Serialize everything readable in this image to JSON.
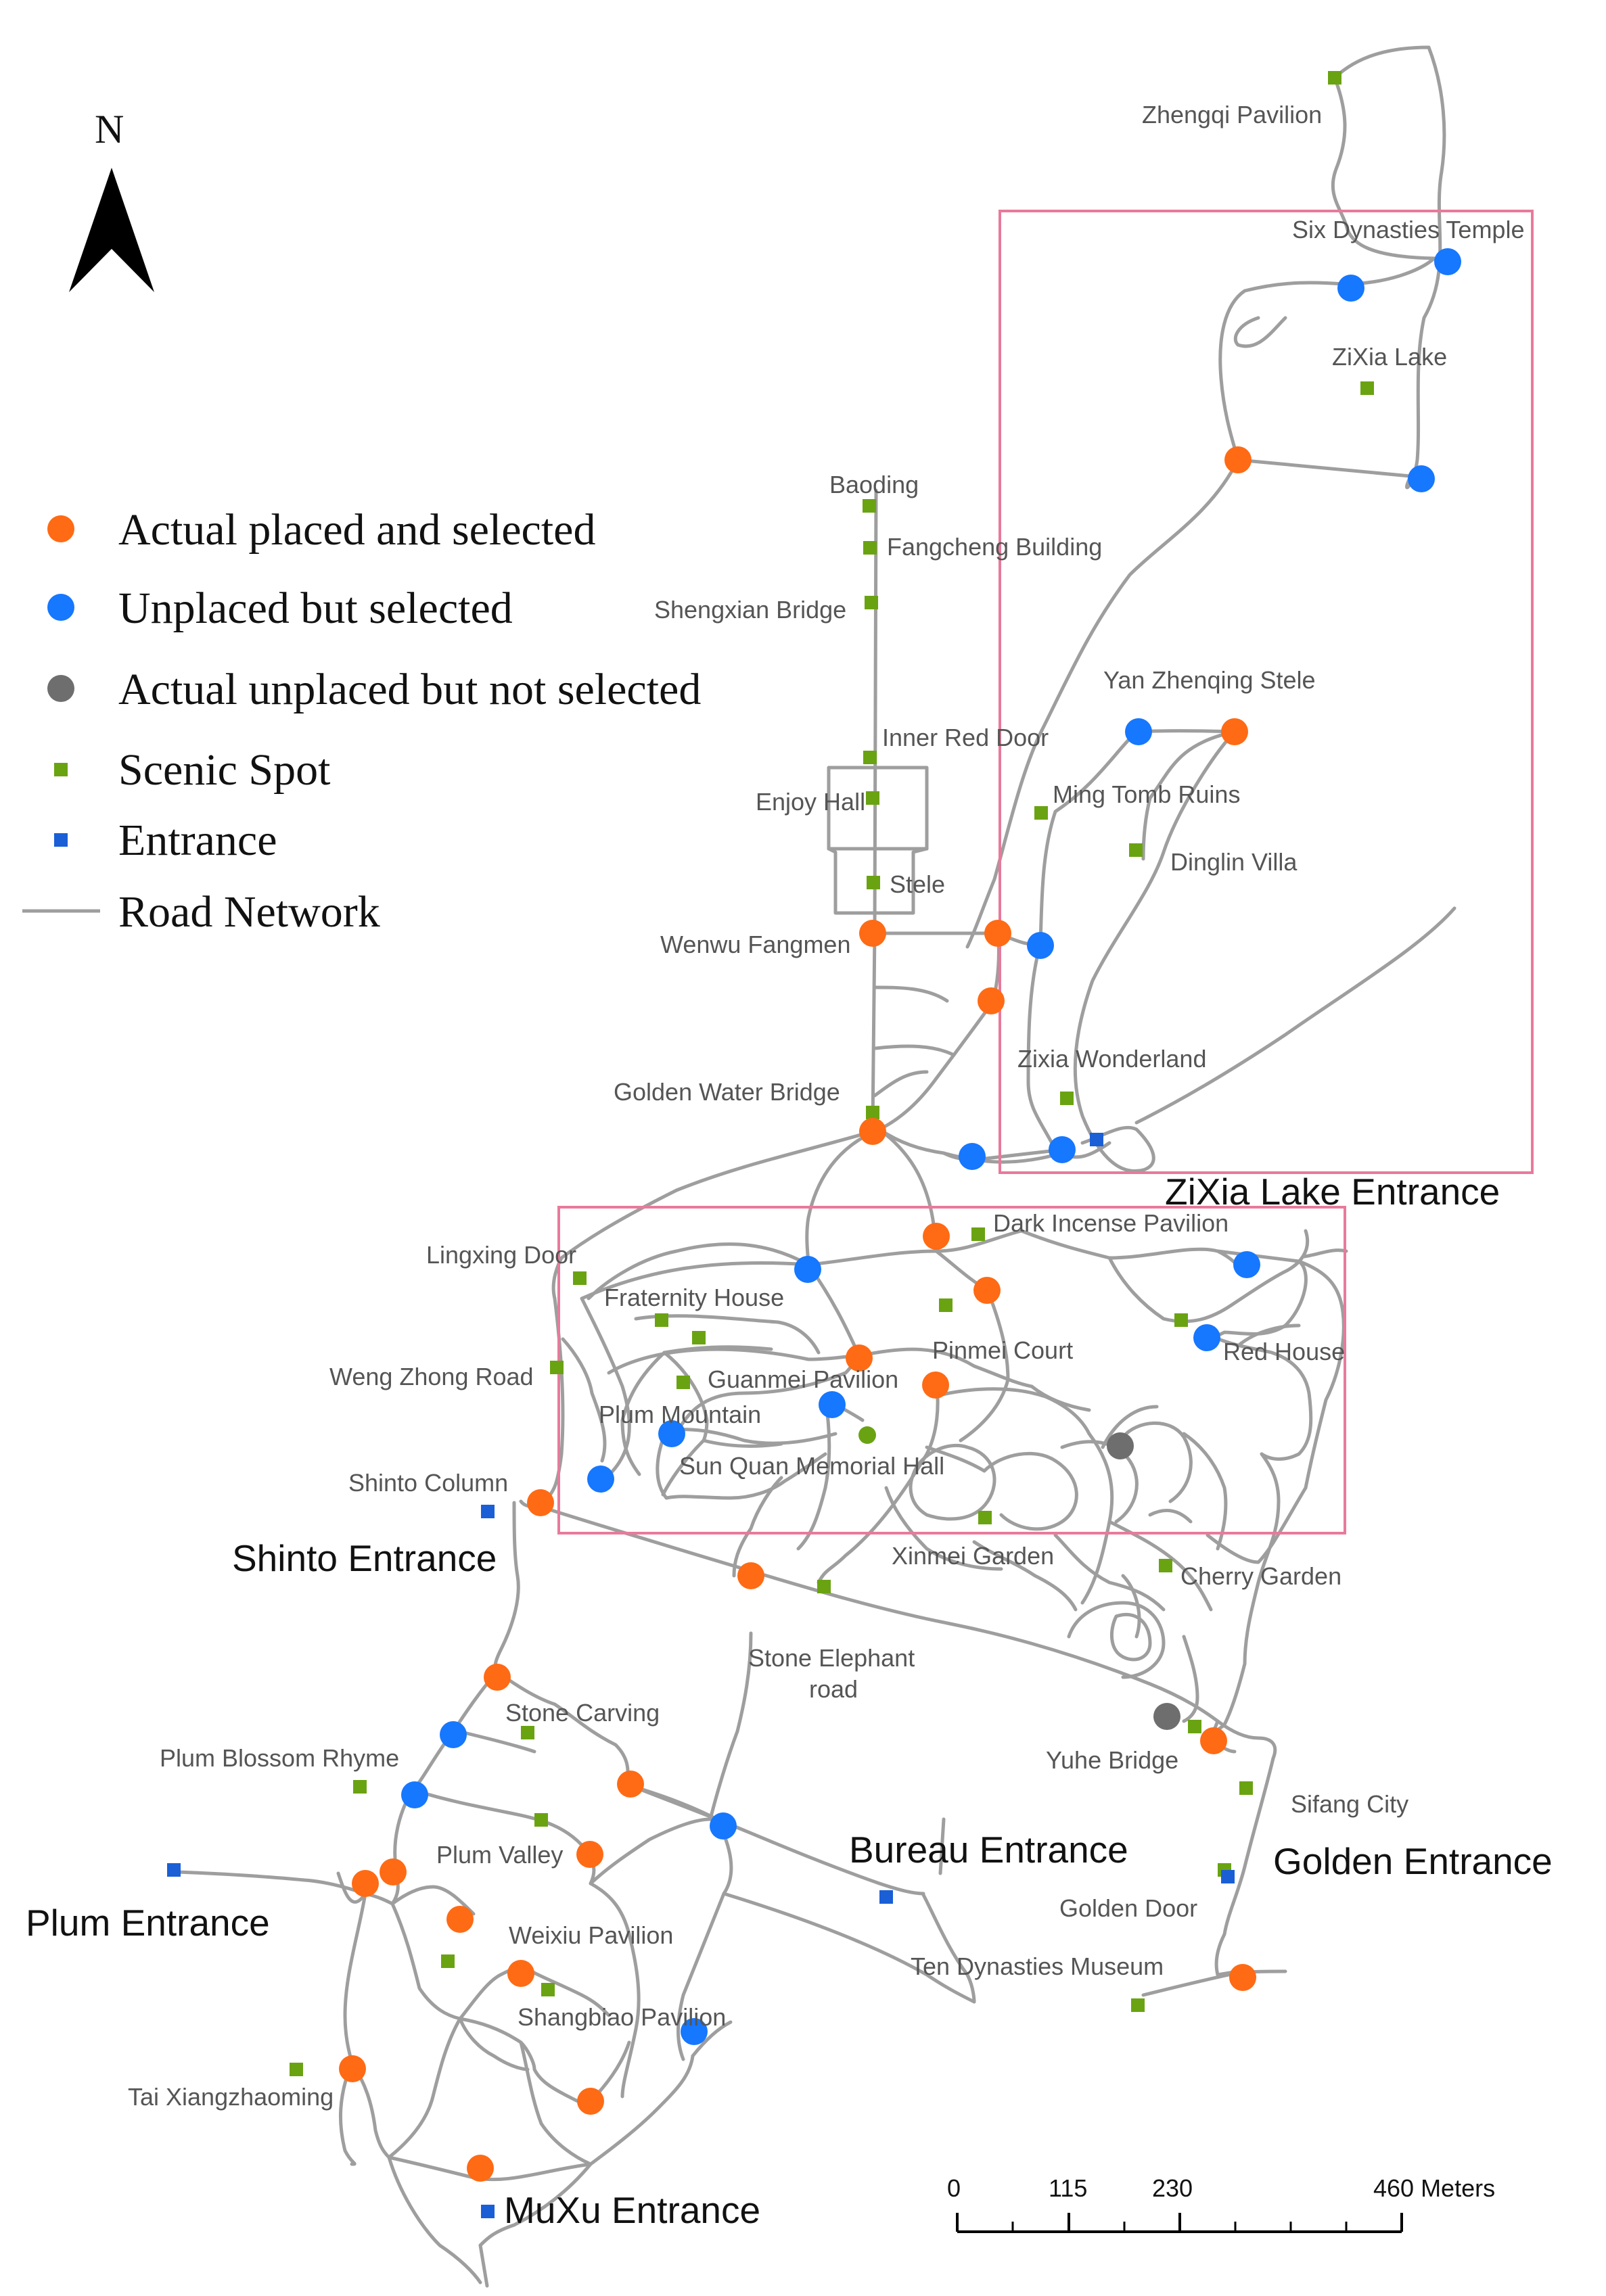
{
  "north_label": "N",
  "legend": [
    {
      "key": "placed",
      "label": "Actual placed and selected",
      "color": "#ff6a14"
    },
    {
      "key": "unplaced",
      "label": "Unplaced but selected",
      "color": "#1677ff"
    },
    {
      "key": "notsel",
      "label": "Actual unplaced but not selected",
      "color": "#6e6e6e"
    },
    {
      "key": "scenic",
      "label": "Scenic Spot",
      "color": "#6aa312"
    },
    {
      "key": "entrance",
      "label": "Entrance",
      "color": "#1a5fd6"
    },
    {
      "key": "road",
      "label": "Road Network",
      "color": "#9e9e9e"
    }
  ],
  "highlight_color": "#e87a9c",
  "scenic_spots": [
    "Zhengqi Pavilion",
    "Six Dynasties Temple",
    "ZiXia Lake",
    "Baoding",
    "Fangcheng Building",
    "Shengxian Bridge",
    "Yan Zhenqing Stele",
    "Inner Red Door",
    "Enjoy Hall",
    "Ming Tomb Ruins",
    "Dinglin Villa",
    "Stele",
    "Wenwu Fangmen",
    "Zixia Wonderland",
    "Golden Water Bridge",
    "Dark Incense Pavilion",
    "Lingxing Door",
    "Fraternity House",
    "Pinmei Court",
    "Red House",
    "Weng Zhong Road",
    "Guanmei Pavilion",
    "Plum Mountain",
    "Sun Quan Memorial Hall",
    "Shinto Column",
    "Xinmei Garden",
    "Cherry Garden",
    "Stone Elephant",
    "road",
    "Yuhe Bridge",
    "Stone Carving",
    "Plum Blossom Rhyme",
    "Sifang City",
    "Plum Valley",
    "Golden Door",
    "Weixiu Pavilion",
    "Ten Dynasties Museum",
    "Shangbiao Pavilion",
    "Tai Xiangzhaoming"
  ],
  "entrances": [
    "ZiXia Lake Entrance",
    "Shinto Entrance",
    "Bureau Entrance",
    "Golden Entrance",
    "Plum Entrance",
    "MuXu Entrance"
  ],
  "scale_bar": {
    "ticks": [
      "0",
      "115",
      "230",
      "460 Meters"
    ]
  }
}
